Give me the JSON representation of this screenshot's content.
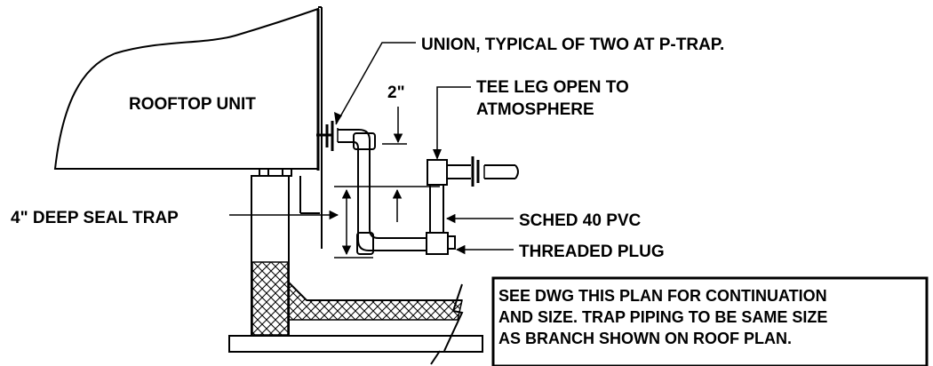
{
  "labels": {
    "rooftop_unit": "ROOFTOP UNIT",
    "union": "UNION, TYPICAL OF TWO AT P-TRAP.",
    "dim_2in": "2\"",
    "tee_leg_1": "TEE LEG OPEN TO",
    "tee_leg_2": "ATMOSPHERE",
    "seal_trap": "4\" DEEP SEAL TRAP",
    "pvc": "SCHED 40 PVC",
    "plug": "THREADED PLUG"
  },
  "note": {
    "line1": "SEE DWG THIS PLAN FOR CONTINUATION",
    "line2": "AND SIZE. TRAP PIPING TO BE SAME SIZE",
    "line3": "AS BRANCH SHOWN ON ROOF PLAN."
  },
  "colors": {
    "ink": "#000000",
    "paper": "#ffffff"
  }
}
